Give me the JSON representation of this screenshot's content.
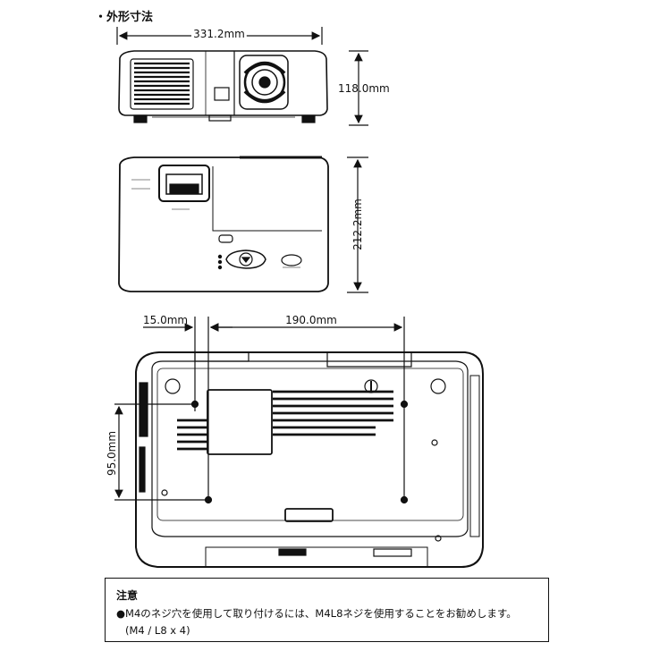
{
  "section_title": "・外形寸法",
  "dimensions": {
    "width": "331.2mm",
    "height": "118.0mm",
    "depth": "212.2mm",
    "hole_offset": "15.0mm",
    "hole_spacing_x": "190.0mm",
    "hole_spacing_y": "95.0mm"
  },
  "note": {
    "title": "注意",
    "line1": "●M4のネジ穴を使用して取り付けるには、M4L8ネジを使用することをお勧めします。",
    "line2": "(M4 / L8 x 4)"
  }
}
